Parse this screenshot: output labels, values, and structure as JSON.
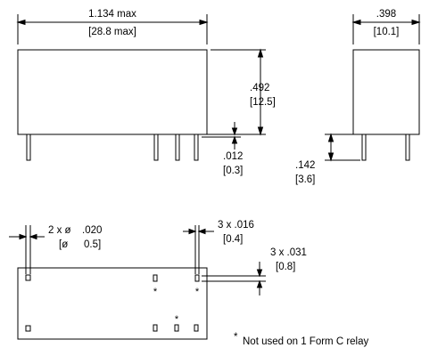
{
  "dimensions": {
    "length": {
      "imperial": "1.134 max",
      "metric": "[28.8 max]"
    },
    "width": {
      "imperial": ".398",
      "metric": "[10.1]"
    },
    "height": {
      "imperial": ".492",
      "metric": "[12.5]"
    },
    "pin_thickness": {
      "imperial": ".012",
      "metric": "[0.3]"
    },
    "pin_length": {
      "imperial": ".142",
      "metric": "[3.6]"
    },
    "pin_diameter": {
      "label": "2 x ø",
      "imperial": ".020",
      "metric_prefix": "[ø",
      "metric": "0.5]"
    },
    "slot_width": {
      "imperial": "3 x .016",
      "metric": "[0.4]"
    },
    "slot_length": {
      "imperial": "3 x .031",
      "metric": "[0.8]"
    }
  },
  "markers": {
    "asterisk": "*"
  },
  "note": {
    "symbol": "*",
    "text": "Not used on 1 Form C relay"
  }
}
